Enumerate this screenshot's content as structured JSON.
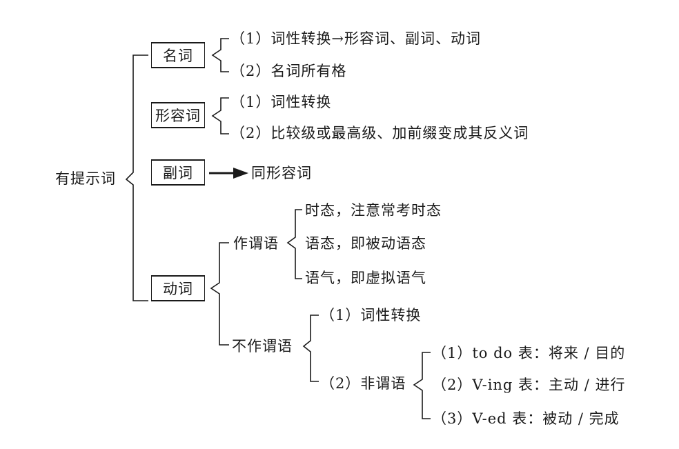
{
  "root": {
    "label": "有提示词"
  },
  "categories": [
    {
      "label": "名词",
      "items": [
        "（1）词性转换→形容词、副词、动词",
        "（2）名词所有格"
      ]
    },
    {
      "label": "形容词",
      "items": [
        "（1）词性转换",
        "（2）比较级或最高级、加前缀变成其反义词"
      ]
    },
    {
      "label": "副词",
      "arrow_target": "同形容词"
    },
    {
      "label": "动词",
      "predicate": {
        "label": "作谓语",
        "items": [
          "时态，注意常考时态",
          "语态，即被动语态",
          "语气，即虚拟语气"
        ]
      },
      "non_predicate": {
        "label": "不作谓语",
        "items": [
          "（1）词性转换"
        ],
        "nonfinite": {
          "label": "（2）非谓语",
          "items": [
            "（1）to do 表：将来 / 目的",
            "（2）V-ing 表：主动 / 进行",
            "（3）V-ed 表：被动 / 完成"
          ]
        }
      }
    }
  ]
}
